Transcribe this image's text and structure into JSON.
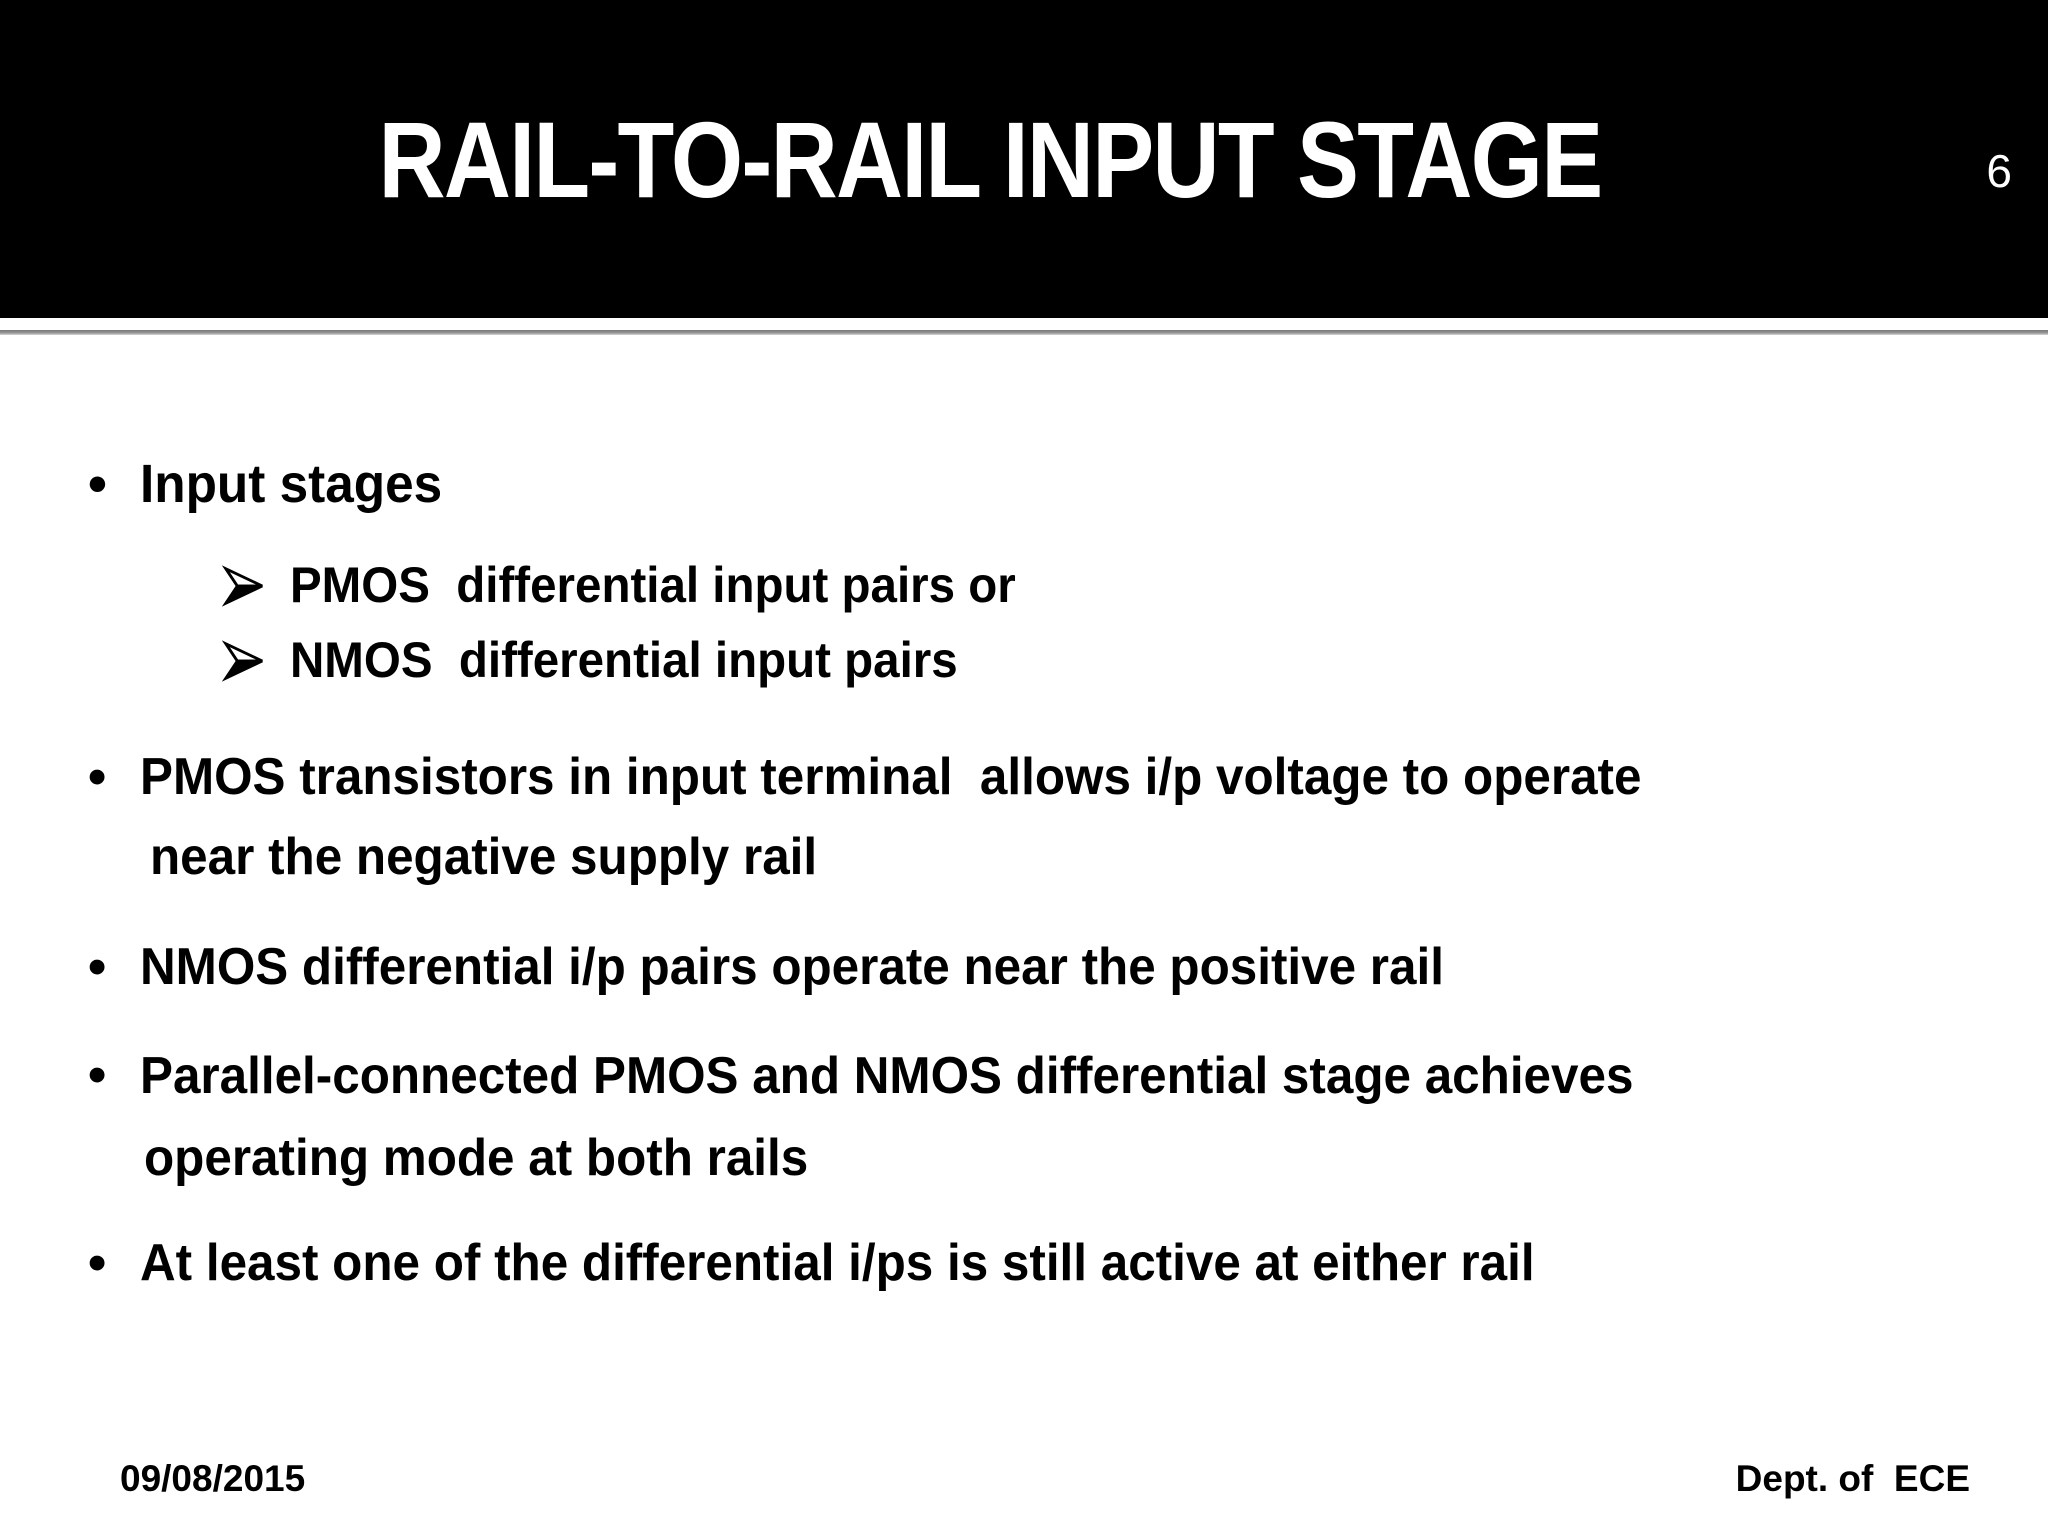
{
  "slide": {
    "title": "RAIL-TO-RAIL INPUT STAGE",
    "page_number": "6",
    "footer": {
      "date": "09/08/2015",
      "department": "Dept. of  ECE"
    }
  },
  "colors": {
    "header_bg": "#000000",
    "title_text": "#ffffff",
    "body_text": "#000000",
    "divider_gray": "#8e8e8e",
    "page_bg": "#ffffff"
  },
  "bullets": [
    {
      "level": 1,
      "marker": "•",
      "lines": [
        "Input stages"
      ]
    },
    {
      "level": 2,
      "marker_icon": "arrowhead-right-icon",
      "lines": [
        "PMOS  differential input pairs or"
      ]
    },
    {
      "level": 2,
      "marker_icon": "arrowhead-right-icon",
      "lines": [
        "NMOS  differential input pairs"
      ]
    },
    {
      "level": 1,
      "marker": "•",
      "lines": [
        "PMOS transistors in input terminal  allows i/p voltage to operate",
        "near the negative supply rail"
      ]
    },
    {
      "level": 1,
      "marker": "•",
      "lines": [
        "NMOS differential i/p pairs operate near the positive rail"
      ]
    },
    {
      "level": 1,
      "marker": "•",
      "lines": [
        "Parallel-connected PMOS and NMOS differential stage achieves",
        "operating mode at both rails"
      ]
    },
    {
      "level": 1,
      "marker": "•",
      "lines": [
        "At least one of the differential i/ps is still active at either rail"
      ]
    }
  ]
}
